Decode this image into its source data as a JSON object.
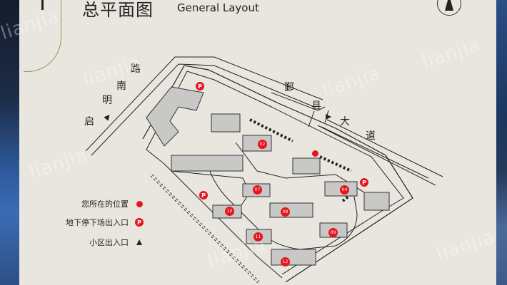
{
  "sign": {
    "title_cn": "总平面图",
    "title_en": "General Layout"
  },
  "compass": {
    "icon": "north-arrow-icon",
    "direction": "N"
  },
  "roads": [
    {
      "name": "启明南路",
      "chars": [
        "启",
        "明",
        "南",
        "路"
      ]
    },
    {
      "name": "鄞县大道",
      "chars": [
        "鄞",
        "县",
        "大",
        "道"
      ]
    }
  ],
  "legend": {
    "items": [
      {
        "label": "您所在的位置",
        "symbol": "red-dot",
        "color": "#e8141c"
      },
      {
        "label": "地下停下场出入口",
        "symbol": "parking-P",
        "glyph": "P",
        "color": "#e8141c"
      },
      {
        "label": "小区出入口",
        "symbol": "black-triangle",
        "color": "#222222"
      }
    ]
  },
  "buildings": [
    {
      "number": "02"
    },
    {
      "number": "04"
    },
    {
      "number": "07"
    },
    {
      "number": "08"
    },
    {
      "number": "09"
    },
    {
      "number": "10"
    },
    {
      "number": "11"
    },
    {
      "number": "12"
    }
  ],
  "parking_glyph": "P",
  "watermark": "lianjia"
}
